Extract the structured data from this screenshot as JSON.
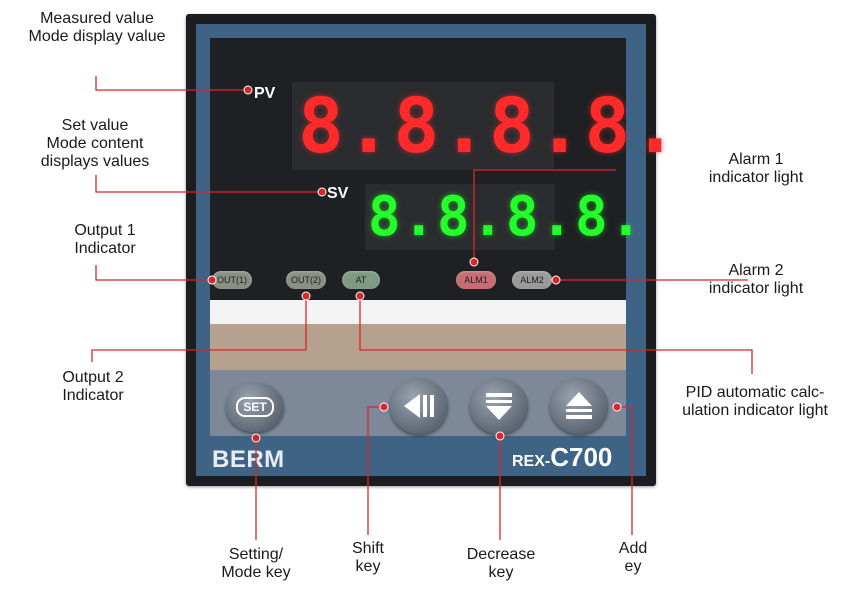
{
  "labels": {
    "pv_line1": "Measured value",
    "pv_line2": "Mode display value",
    "sv_line1": "Set value",
    "sv_line2": "Mode content",
    "sv_line3": "displays values",
    "out1_line1": "Output 1",
    "out1_line2": "Indicator",
    "out2_line1": "Output 2",
    "out2_line2": "Indicator",
    "alm1_line1": "Alarm 1",
    "alm1_line2": "indicator light",
    "alm2_line1": "Alarm 2",
    "alm2_line2": "indicator light",
    "pid_line1": "PID automatic calc-",
    "pid_line2": "ulation indicator light",
    "set_line1": "Setting/",
    "set_line2": "Mode key",
    "shift_line1": "Shift",
    "shift_line2": "key",
    "dec_line1": "Decrease",
    "dec_line2": "key",
    "add_line1": "Add",
    "add_line2": "ey"
  },
  "device": {
    "pv_tag": "PV",
    "sv_tag": "SV",
    "pv_digits": "8.8.8.8.",
    "sv_digits": "8.8.8.8.",
    "led_out1": "OUT(1)",
    "led_out2": "OUT(2)",
    "led_at": "AT",
    "led_alm1": "ALM1",
    "led_alm2": "ALM2",
    "set_key": "SET",
    "brand": "BERM",
    "model_prefix": "REX-",
    "model_number": "C700"
  },
  "colors": {
    "leader_line": "#d9262b",
    "pv_segment": "#ff2a2a",
    "sv_segment": "#22ff2a",
    "panel_blue": "#3e6385"
  },
  "icons": {
    "shift_key": "shift-left-icon",
    "decrease_key": "down-arrow-icon",
    "add_key": "up-arrow-icon"
  }
}
